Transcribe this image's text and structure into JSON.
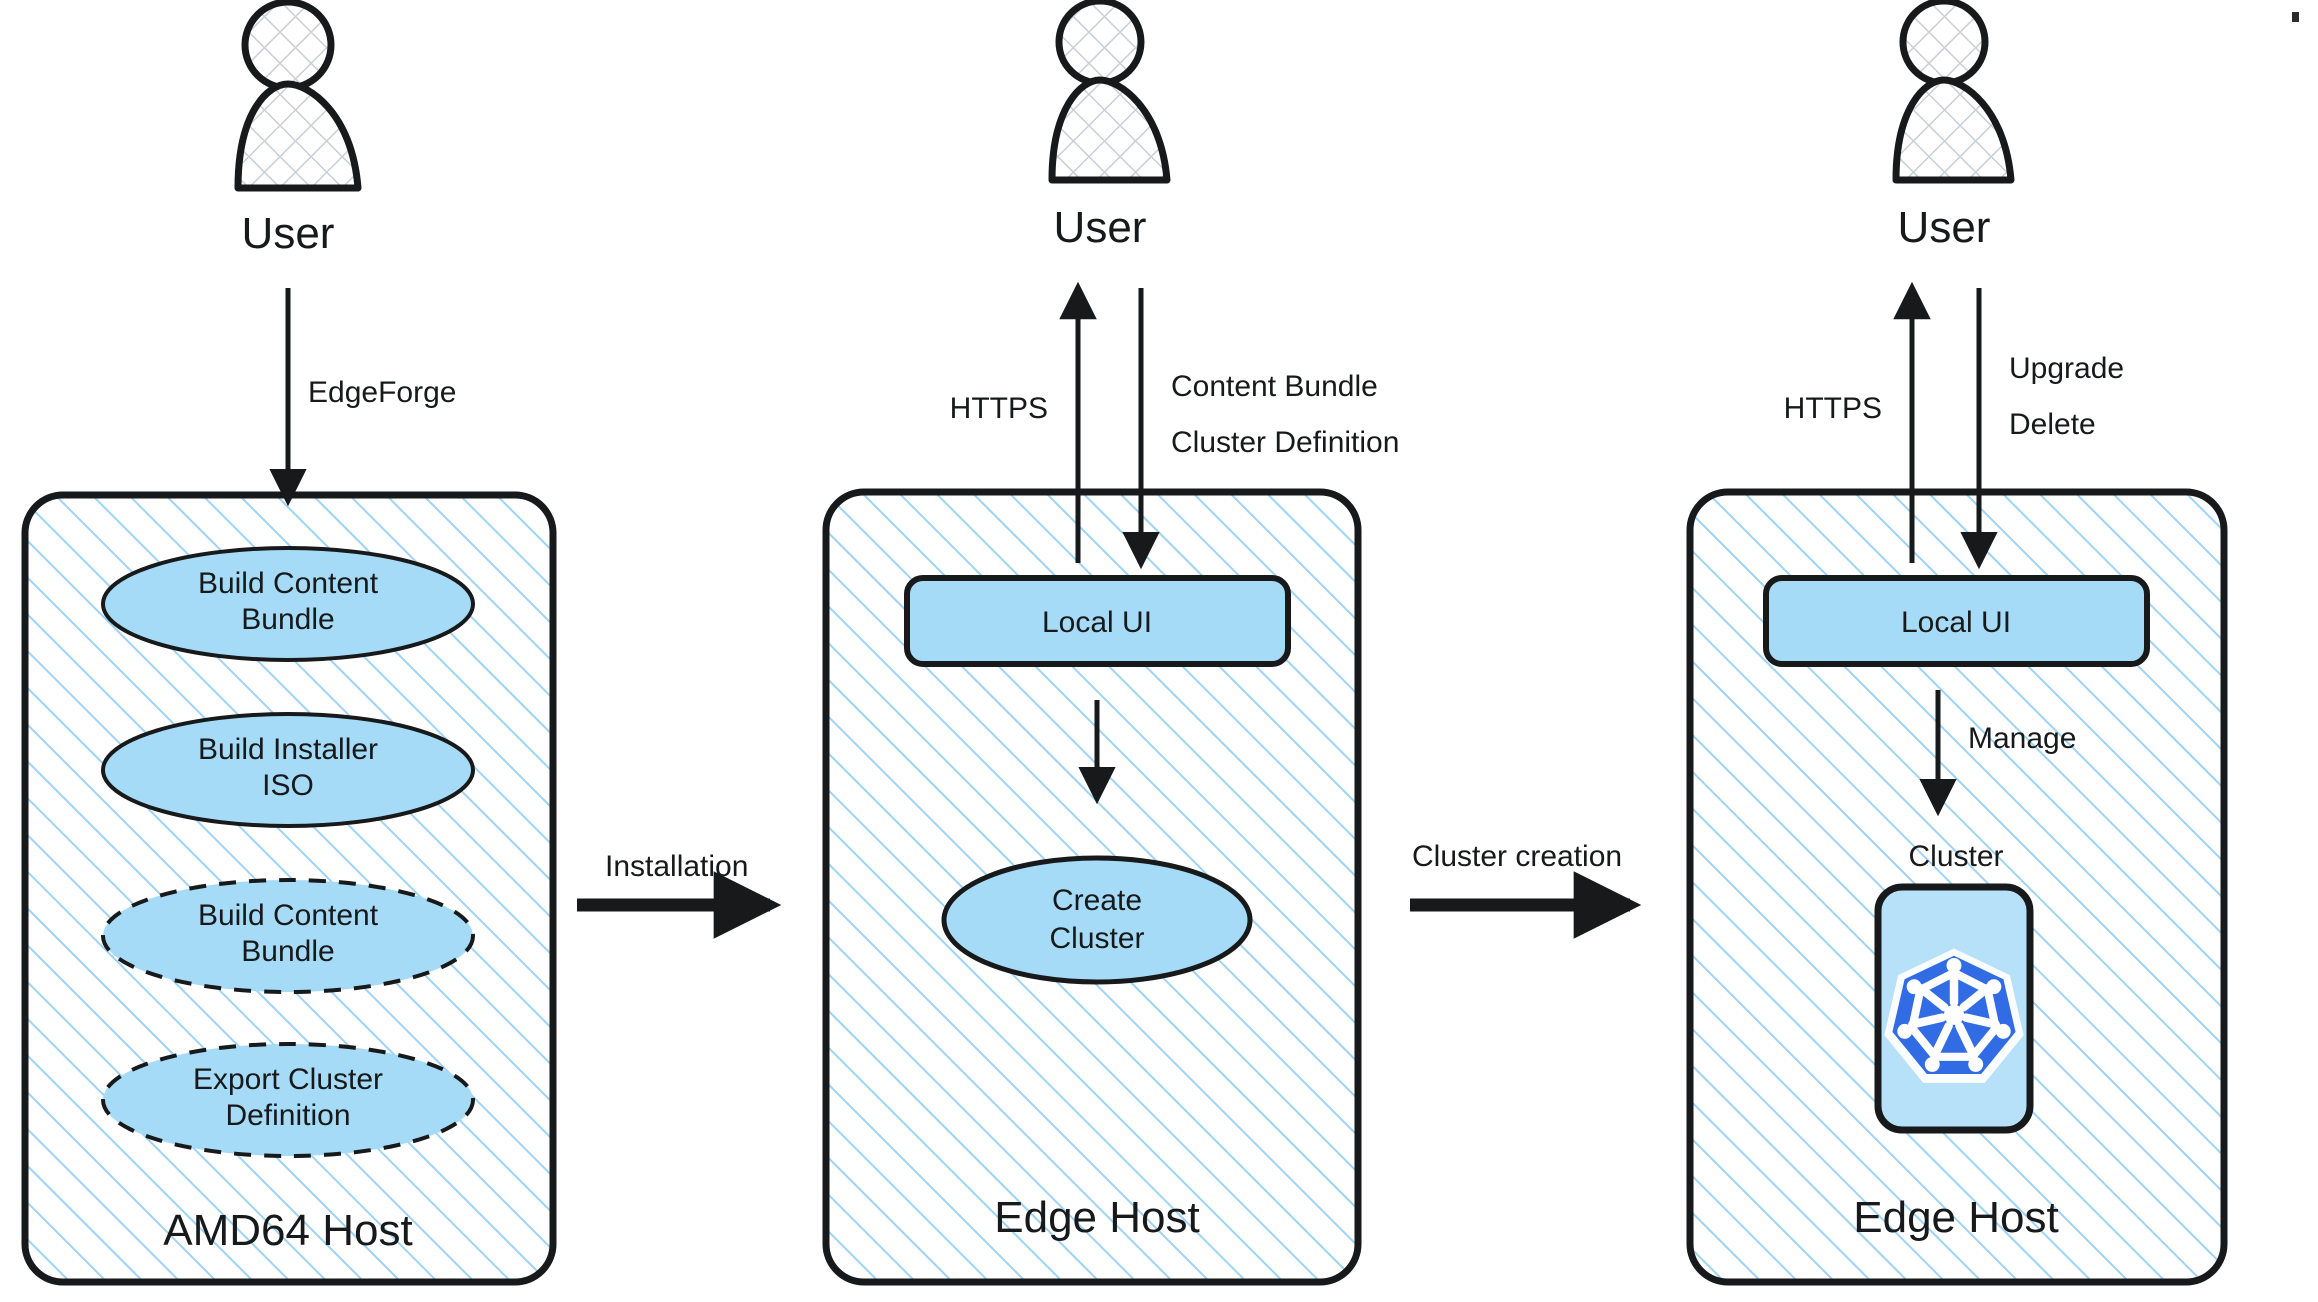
{
  "diagram": {
    "title": "Edge Deployment Flow",
    "background": "#ffffff",
    "colors": {
      "stroke": "#17191a",
      "node_fill": "#a5dbf7",
      "hatch_line": "#9ed3f5",
      "actor_hatch": "#c8cfd6",
      "k8s_blue": "#326ce5",
      "k8s_white": "#ffffff",
      "cluster_box_fill": "#b7e0f9"
    }
  },
  "actors": [
    {
      "id": "user-1",
      "label": "User"
    },
    {
      "id": "user-2",
      "label": "User"
    },
    {
      "id": "user-3",
      "label": "User"
    }
  ],
  "hosts": [
    {
      "id": "amd64-host",
      "label": "AMD64 Host",
      "nodes": [
        {
          "id": "build-content-bundle-1",
          "label_line_1": "Build Content",
          "label_line_2": "Bundle",
          "shape": "ellipse",
          "border": "solid"
        },
        {
          "id": "build-installer-iso",
          "label_line_1": "Build Installer",
          "label_line_2": "ISO",
          "shape": "ellipse",
          "border": "solid"
        },
        {
          "id": "build-content-bundle-2",
          "label_line_1": "Build Content",
          "label_line_2": "Bundle",
          "shape": "ellipse",
          "border": "dashed"
        },
        {
          "id": "export-cluster-definition",
          "label_line_1": "Export Cluster",
          "label_line_2": "Definition",
          "shape": "ellipse",
          "border": "dashed"
        }
      ]
    },
    {
      "id": "edge-host-1",
      "label": "Edge Host",
      "nodes": [
        {
          "id": "local-ui-1",
          "label_line_1": "Local UI",
          "label_line_2": "",
          "shape": "rounded-rect",
          "border": "solid"
        },
        {
          "id": "create-cluster",
          "label_line_1": "Create",
          "label_line_2": "Cluster",
          "shape": "ellipse",
          "border": "solid"
        }
      ]
    },
    {
      "id": "edge-host-2",
      "label": "Edge Host",
      "nodes": [
        {
          "id": "local-ui-2",
          "label_line_1": "Local UI",
          "label_line_2": "",
          "shape": "rounded-rect",
          "border": "solid"
        },
        {
          "id": "cluster-box",
          "label_line_1": "Cluster",
          "label_line_2": "",
          "shape": "rounded-rect-icon",
          "border": "solid",
          "icon": "kubernetes-icon"
        }
      ]
    }
  ],
  "edges": [
    {
      "id": "edge-edgeforge",
      "label": "EdgeForge",
      "from": "user-1",
      "to": "amd64-host",
      "direction": "down"
    },
    {
      "id": "edge-installation",
      "label": "Installation",
      "from": "amd64-host",
      "to": "edge-host-1",
      "direction": "right"
    },
    {
      "id": "edge-https-1",
      "label": "HTTPS",
      "from": "edge-host-1",
      "to": "user-2",
      "direction": "up"
    },
    {
      "id": "edge-content-bundle",
      "label_line_1": "Content Bundle",
      "label_line_2": "Cluster Definition",
      "from": "user-2",
      "to": "edge-host-1",
      "direction": "down"
    },
    {
      "id": "edge-localui-create",
      "label": "",
      "from": "local-ui-1",
      "to": "create-cluster",
      "direction": "down"
    },
    {
      "id": "edge-cluster-creation",
      "label": "Cluster creation",
      "from": "edge-host-1",
      "to": "edge-host-2",
      "direction": "right"
    },
    {
      "id": "edge-https-2",
      "label": "HTTPS",
      "from": "edge-host-2",
      "to": "user-3",
      "direction": "up"
    },
    {
      "id": "edge-upgrade-delete",
      "label_line_1": "Upgrade",
      "label_line_2": "Delete",
      "from": "user-3",
      "to": "edge-host-2",
      "direction": "down"
    },
    {
      "id": "edge-manage",
      "label": "Manage",
      "from": "local-ui-2",
      "to": "cluster-box",
      "direction": "down"
    }
  ],
  "labels": {
    "user": "User",
    "edgeforge": "EdgeForge",
    "installation": "Installation",
    "cluster_creation": "Cluster creation",
    "https": "HTTPS",
    "content_bundle": "Content Bundle",
    "cluster_definition": "Cluster Definition",
    "upgrade": "Upgrade",
    "delete": "Delete",
    "manage": "Manage",
    "cluster": "Cluster",
    "local_ui": "Local UI",
    "create": "Create",
    "cluster_word": "Cluster",
    "amd64_host": "AMD64 Host",
    "edge_host": "Edge Host",
    "build_content": "Build Content",
    "bundle": "Bundle",
    "build_installer": "Build Installer",
    "iso": "ISO",
    "export_cluster": "Export Cluster",
    "definition": "Definition"
  }
}
